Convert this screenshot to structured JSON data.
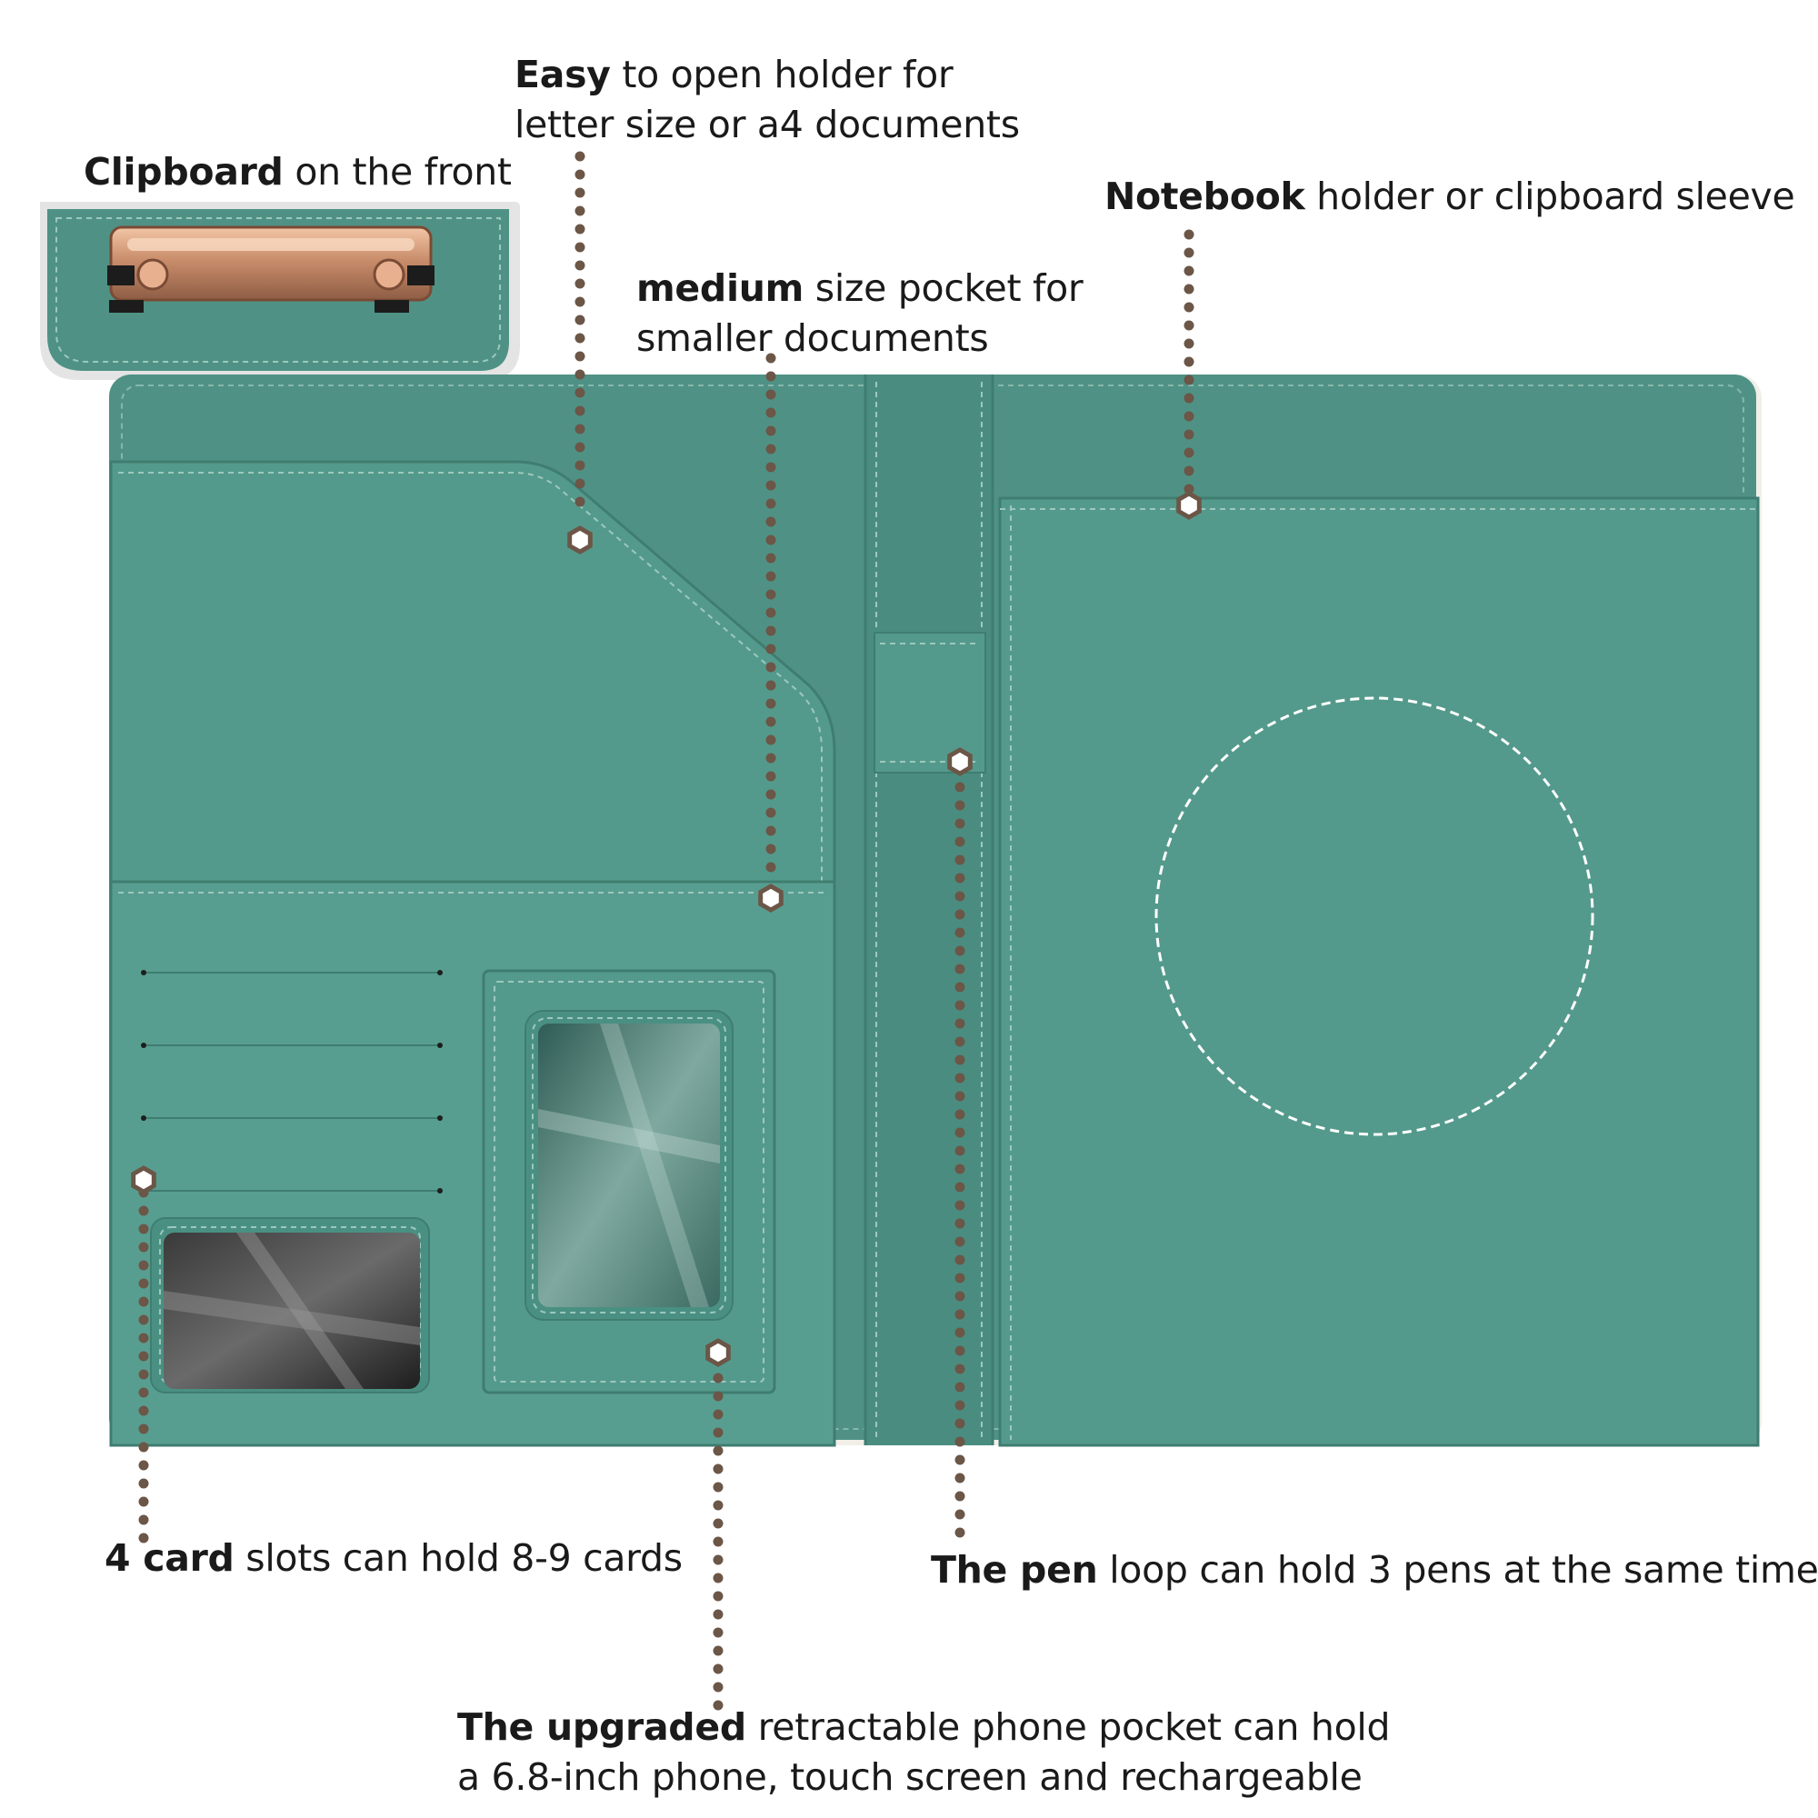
{
  "annotations": {
    "clipboard": {
      "bold": "Clipboard",
      "text": " on the front"
    },
    "easy": {
      "bold": "Easy",
      "line1": " to open holder for",
      "line2": "letter size or a4 documents"
    },
    "notebook": {
      "bold": "Notebook",
      "text": " holder or clipboard sleeve"
    },
    "medium": {
      "bold": "medium",
      "line1": " size pocket for",
      "line2": "smaller documents"
    },
    "cards": {
      "bold": "4 card",
      "text": " slots can hold 8-9 cards"
    },
    "pen": {
      "bold": "The pen",
      "text": " loop can hold 3 pens at the same time"
    },
    "phone": {
      "bold": "The upgraded",
      "line1": " retractable phone pocket can hold",
      "line2": "a 6.8-inch phone, touch screen and rechargeable"
    }
  },
  "colors": {
    "felt": "#4f9285",
    "felt_dark": "#3f7d71",
    "pocket": "#549a8c",
    "stitch": "#9cc8bd",
    "dots": "#6b5647",
    "clip": "#c98d6b",
    "window": "#2b2b2b"
  },
  "icons": {
    "marker": "hexagon-marker-icon",
    "clip": "clipboard-clip-icon"
  }
}
